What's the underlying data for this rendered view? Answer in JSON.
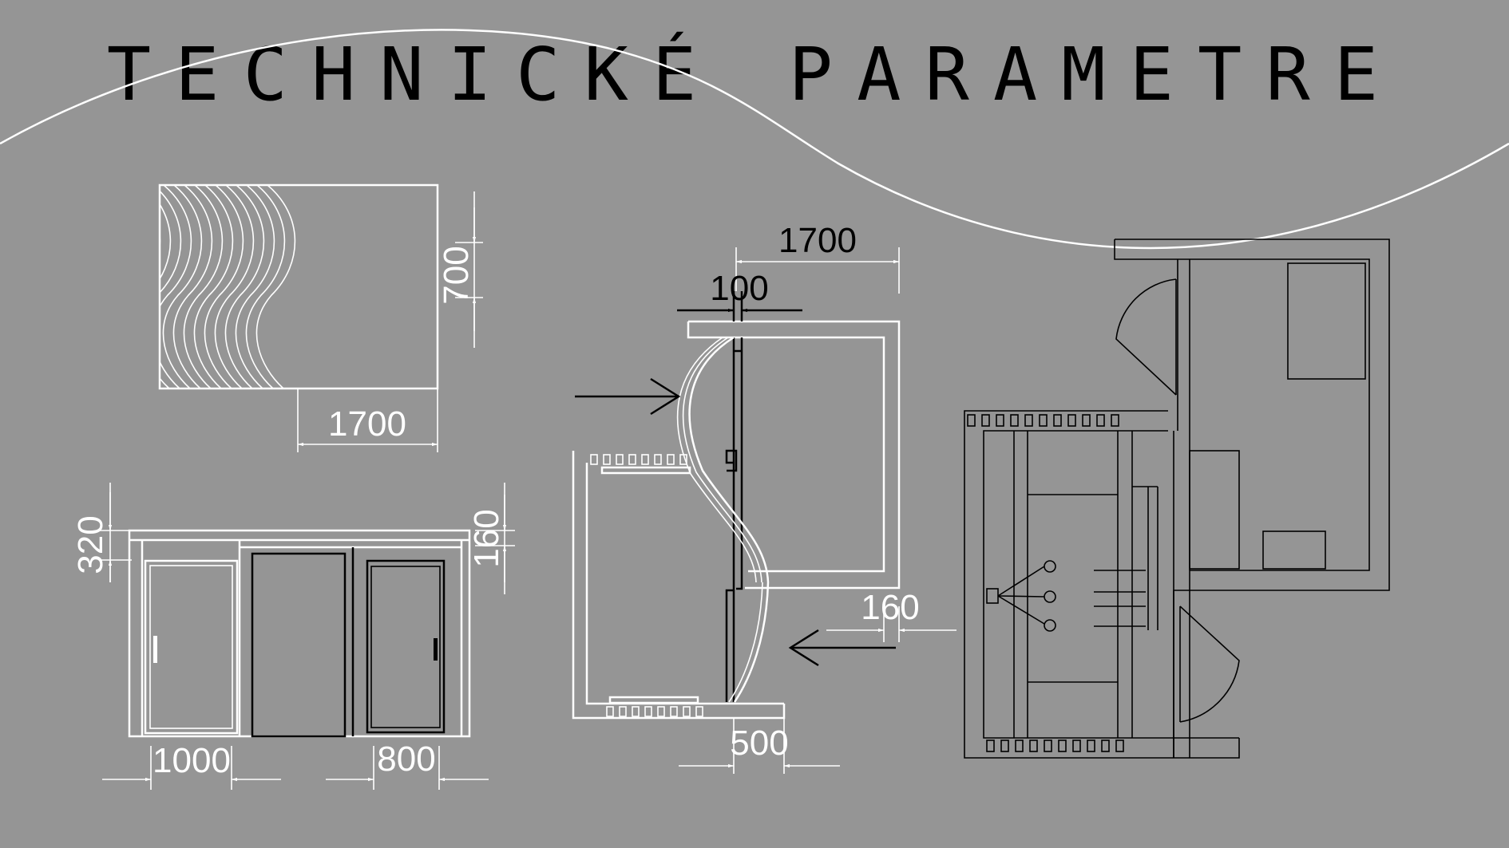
{
  "title": "TECHNICKÉ PARAMETRE",
  "colors": {
    "background": "#959595",
    "light_lines": "#ffffff",
    "dark_lines": "#000000"
  },
  "top_view": {
    "width_dim": "1700",
    "depth_dim": "700"
  },
  "front_view": {
    "top_left_dim": "320",
    "top_right_dim": "160",
    "door_left_dim": "1000",
    "door_right_dim": "800"
  },
  "plan_view": {
    "width_dim": "1700",
    "wall_dim": "100",
    "side_dim": "160",
    "bottom_dim": "500"
  }
}
